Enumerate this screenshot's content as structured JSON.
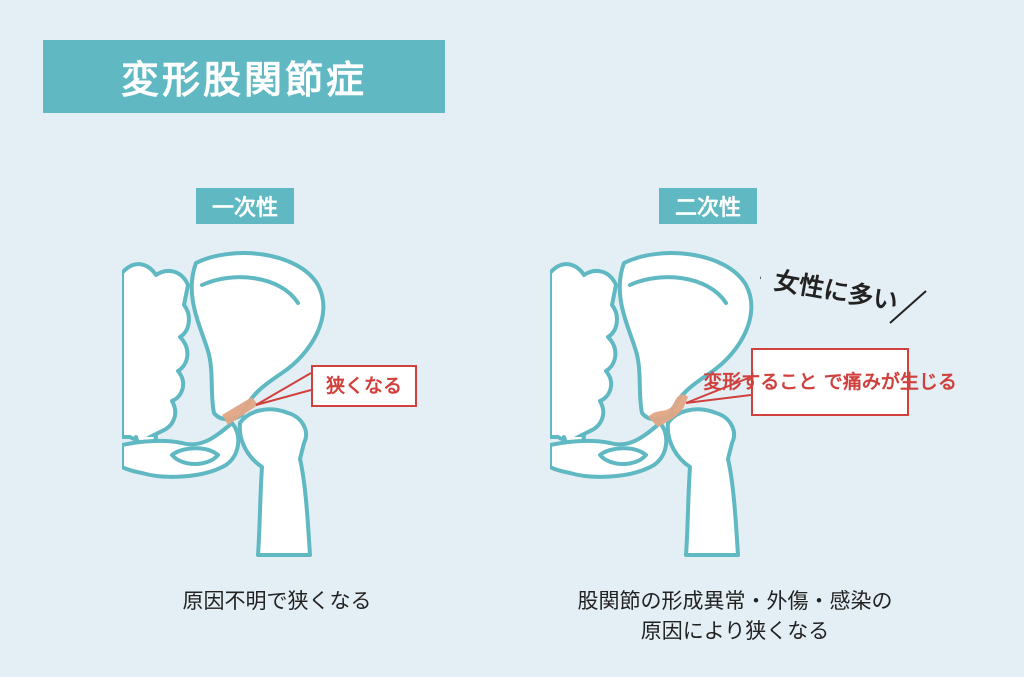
{
  "title": "変形股関節症",
  "panels": [
    {
      "tag": "一次性",
      "callout": "狭くなる",
      "caption": "原因不明で狭くなる"
    },
    {
      "tag": "二次性",
      "callout_lines": [
        "変形すること で",
        "痛みが生じる"
      ],
      "note": "女性に多い",
      "caption_lines": [
        "股関節の形成異常・外傷・感染の",
        "原因により狭くなる"
      ]
    }
  ],
  "colors": {
    "background": "#e4eff5",
    "accent": "#5fb8c2",
    "bone_outline": "#5fb8c2",
    "callout": "#d0413d",
    "cartilage": "#e0a585"
  }
}
